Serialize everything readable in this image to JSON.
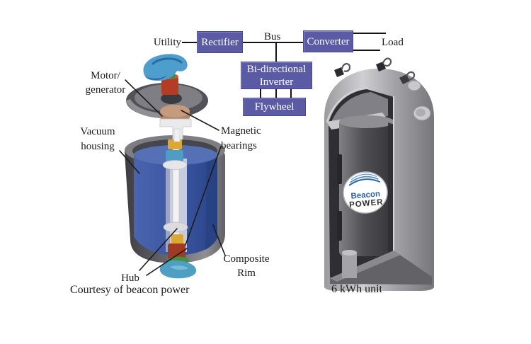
{
  "figure": {
    "background_color": "#ffffff",
    "text_color": "#1a1a1a"
  },
  "block_diagram": {
    "box_fill_color": "#5b5aa5",
    "box_text_color": "#ffffff",
    "utility_label": "Utility",
    "bus_label": "Bus",
    "load_label": "Load",
    "rectifier_label": "Rectifier",
    "converter_label": "Converter",
    "inverter_label_line1": "Bi-directional",
    "inverter_label_line2": "Inverter",
    "flywheel_label": "Flywheel"
  },
  "cutaway_diagram": {
    "motor_generator_line1": "Motor/",
    "motor_generator_line2": "generator",
    "vacuum_housing_line1": "Vacuum",
    "vacuum_housing_line2": "housing",
    "magnetic_bearings_line1": "Magnetic",
    "magnetic_bearings_line2": "bearings",
    "composite_rim_line1": "Composite",
    "composite_rim_line2": "Rim",
    "hub_label": "Hub",
    "credit_line": "Courtesy of beacon power",
    "rim_color": "#3a55a0",
    "housing_color": "#5a5a60",
    "cap_color": "#4f9fc2"
  },
  "product_photo": {
    "logo_line1": "Beacon",
    "logo_line2": "POWER",
    "logo_text_color": "#2a5fa8",
    "caption": "6 kWh unit"
  }
}
